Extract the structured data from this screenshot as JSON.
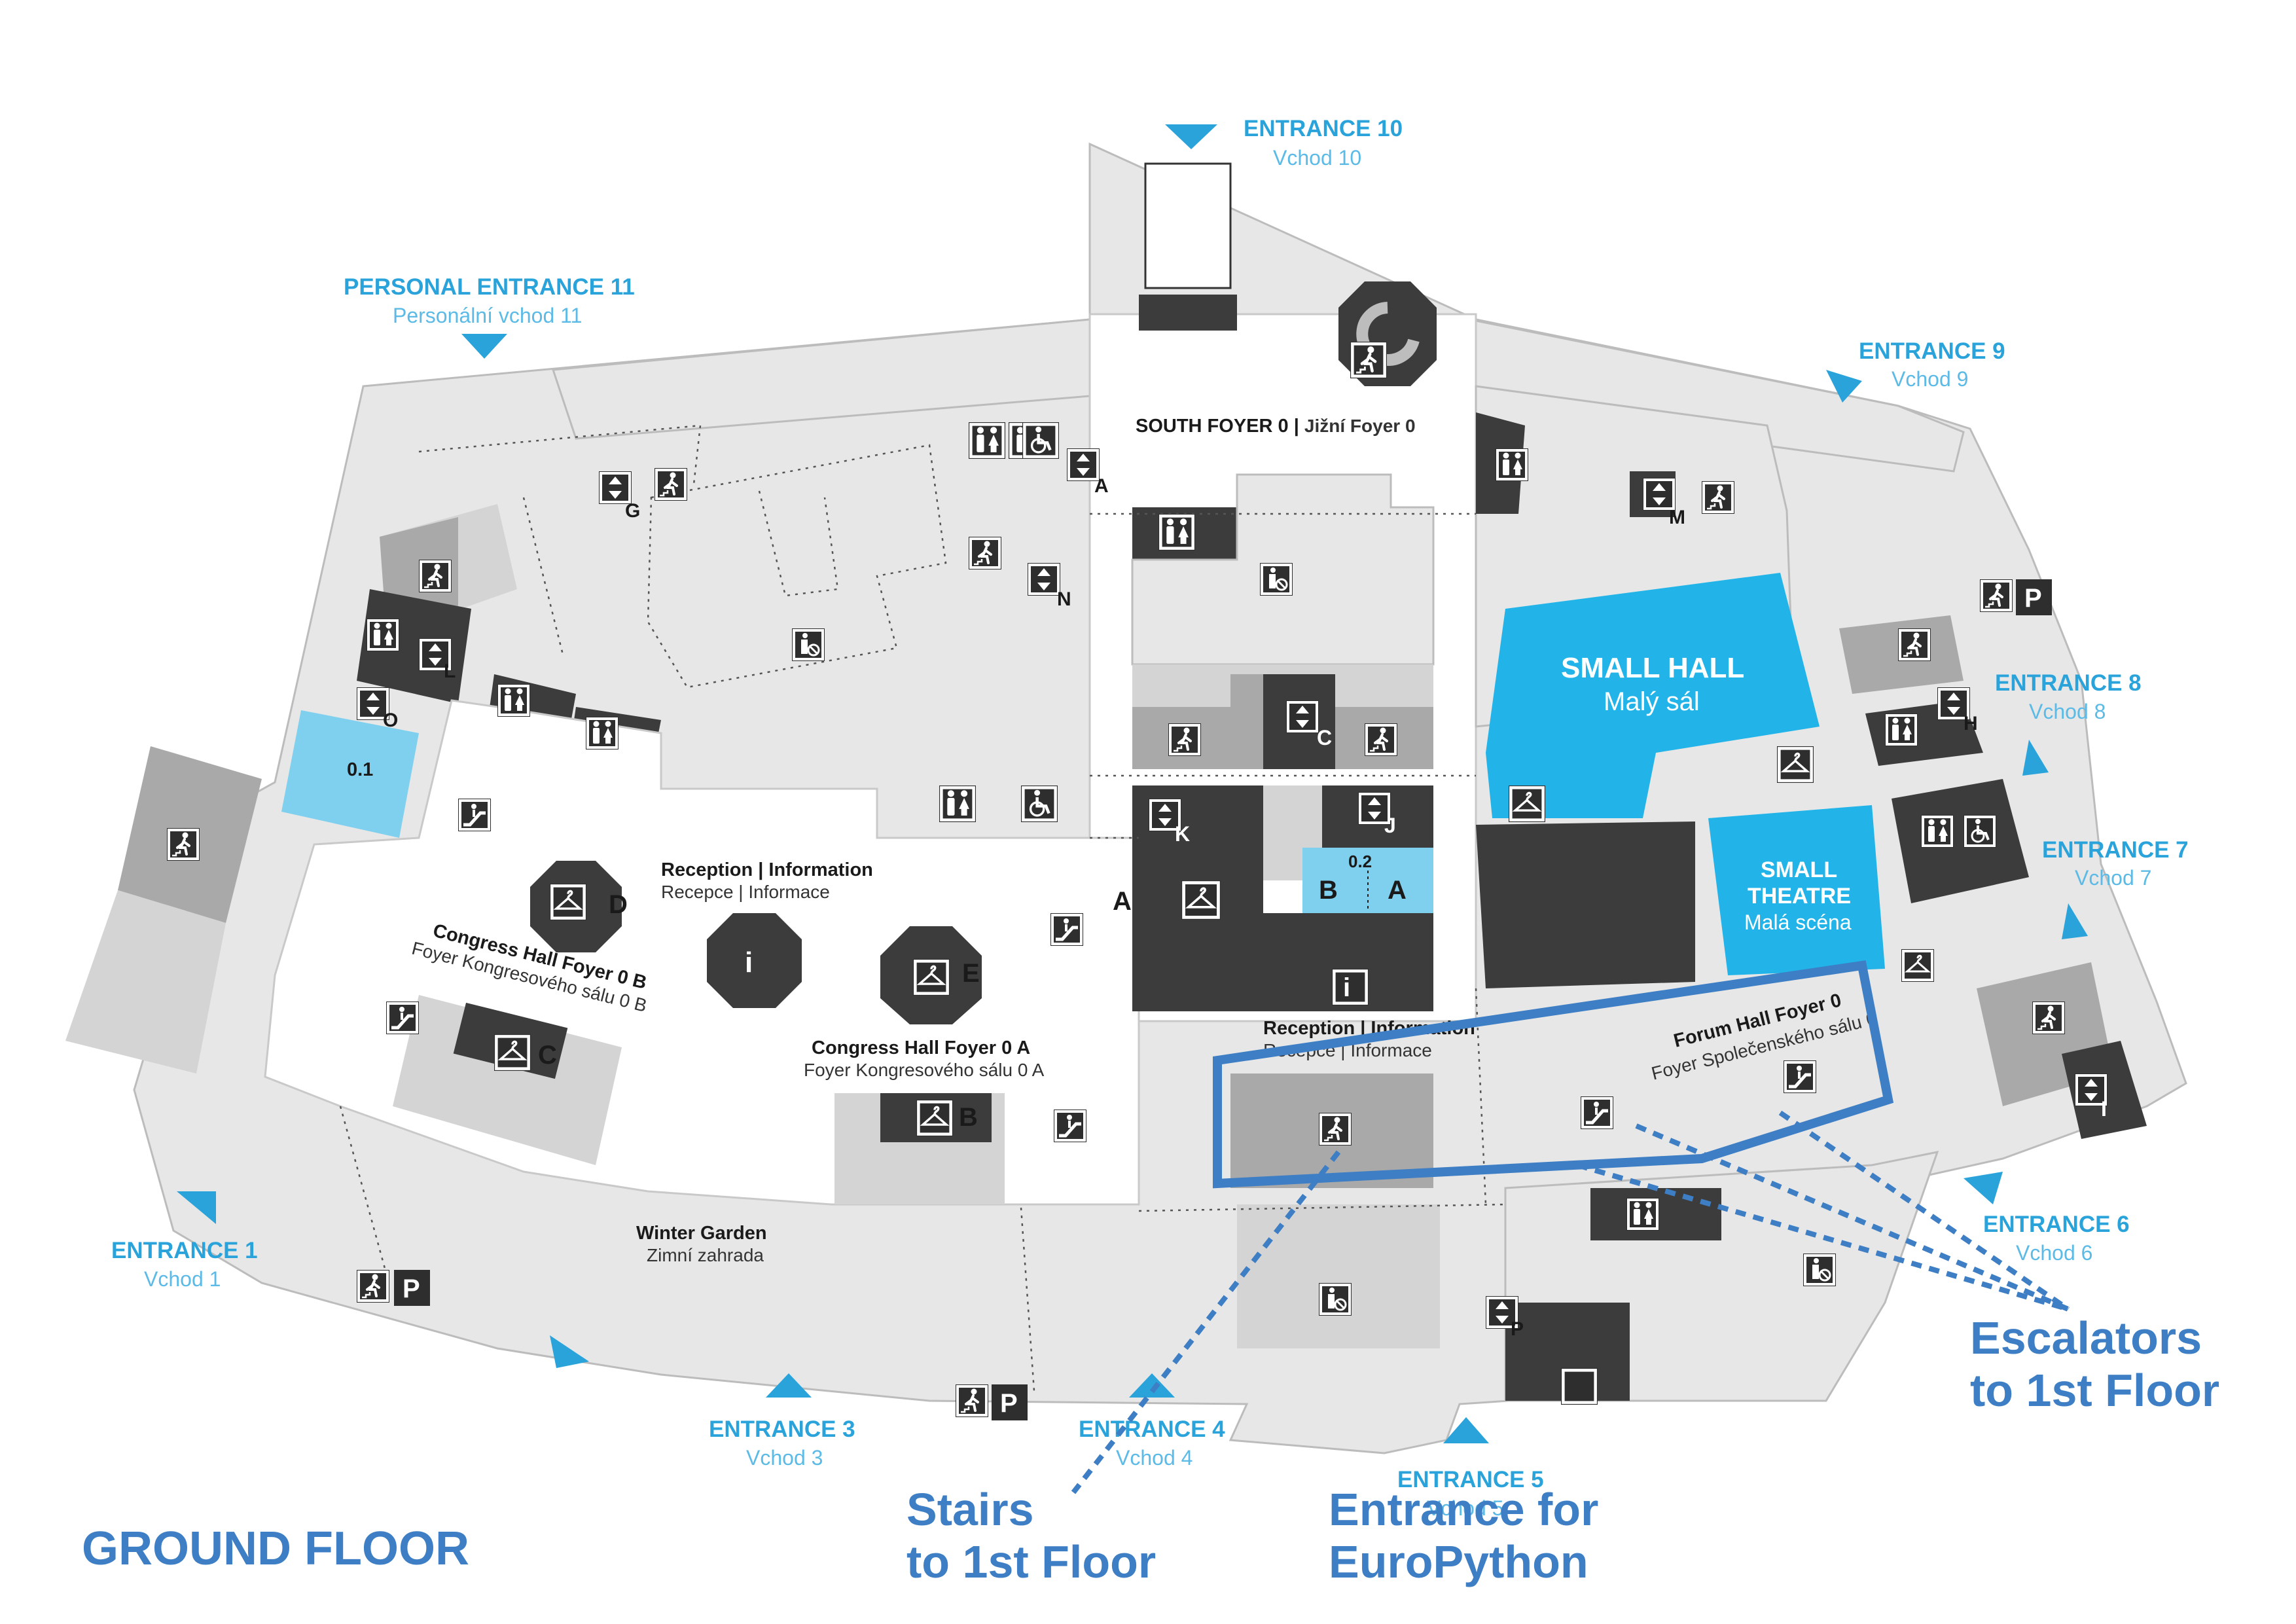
{
  "colors": {
    "entrance": "#2aa3db",
    "annotation": "#3d7ec4",
    "hall": "#22b4e8",
    "room_dark": "#3c3c3c",
    "building": "#e7e7e7"
  },
  "floor_label": "GROUND FLOOR",
  "entrances": [
    {
      "title": "ENTRANCE 10",
      "sub": "Vchod 10"
    },
    {
      "title": "PERSONAL ENTRANCE 11",
      "sub": "Personální vchod 11"
    },
    {
      "title": "ENTRANCE 9",
      "sub": "Vchod 9"
    },
    {
      "title": "ENTRANCE 8",
      "sub": "Vchod 8"
    },
    {
      "title": "ENTRANCE 7",
      "sub": "Vchod 7"
    },
    {
      "title": "ENTRANCE 6",
      "sub": "Vchod 6"
    },
    {
      "title": "ENTRANCE 5",
      "sub": "Vchod 5"
    },
    {
      "title": "ENTRANCE 4",
      "sub": "Vchod 4"
    },
    {
      "title": "ENTRANCE 3",
      "sub": "Vchod 3"
    },
    {
      "title": "ENTRANCE 1",
      "sub": "Vchod 1"
    }
  ],
  "areas": {
    "south_foyer": {
      "title": "SOUTH FOYER 0",
      "sep": "|",
      "sub": "Jižní Foyer 0"
    },
    "reception_left": {
      "title": "Reception | Information",
      "sub": "Recepce | Informace"
    },
    "reception_right": {
      "title": "Reception | Information",
      "sub": "Recepce | Informace"
    },
    "congress_b": {
      "title": "Congress Hall Foyer 0 B",
      "sub": "Foyer Kongresového sálu 0 B"
    },
    "congress_a": {
      "title": "Congress Hall Foyer 0 A",
      "sub": "Foyer Kongresového sálu 0 A"
    },
    "forum": {
      "title": "Forum Hall Foyer 0",
      "sub": "Foyer Společenského sálu 0"
    },
    "winter_garden": {
      "title": "Winter Garden",
      "sub": "Zimní zahrada"
    },
    "small_hall": {
      "title": "SMALL HALL",
      "sub": "Malý sál"
    },
    "small_theatre": {
      "title_1": "SMALL",
      "title_2": "THEATRE",
      "sub": "Malá scéna"
    }
  },
  "room_labels": {
    "r01": "0.1",
    "r02": "0.2",
    "r02_b": "B",
    "r02_a": "A",
    "cloak_a": "A",
    "cloak_b": "B",
    "cloak_c": "C",
    "cloak_d": "D",
    "cloak_e": "E"
  },
  "icon_letters": {
    "g": "G",
    "a": "A",
    "n": "N",
    "l": "L",
    "o": "O",
    "c": "C",
    "k": "K",
    "j": "J",
    "m": "M",
    "h": "H",
    "i": "I",
    "p": "P"
  },
  "info_symbol": "i",
  "parking_symbol": "P",
  "annotations": {
    "escalators": [
      "Escalators",
      "to 1st Floor"
    ],
    "stairs": [
      "Stairs",
      "to 1st Floor"
    ],
    "entrance_europython": [
      "Entrance for",
      "EuroPython"
    ]
  }
}
